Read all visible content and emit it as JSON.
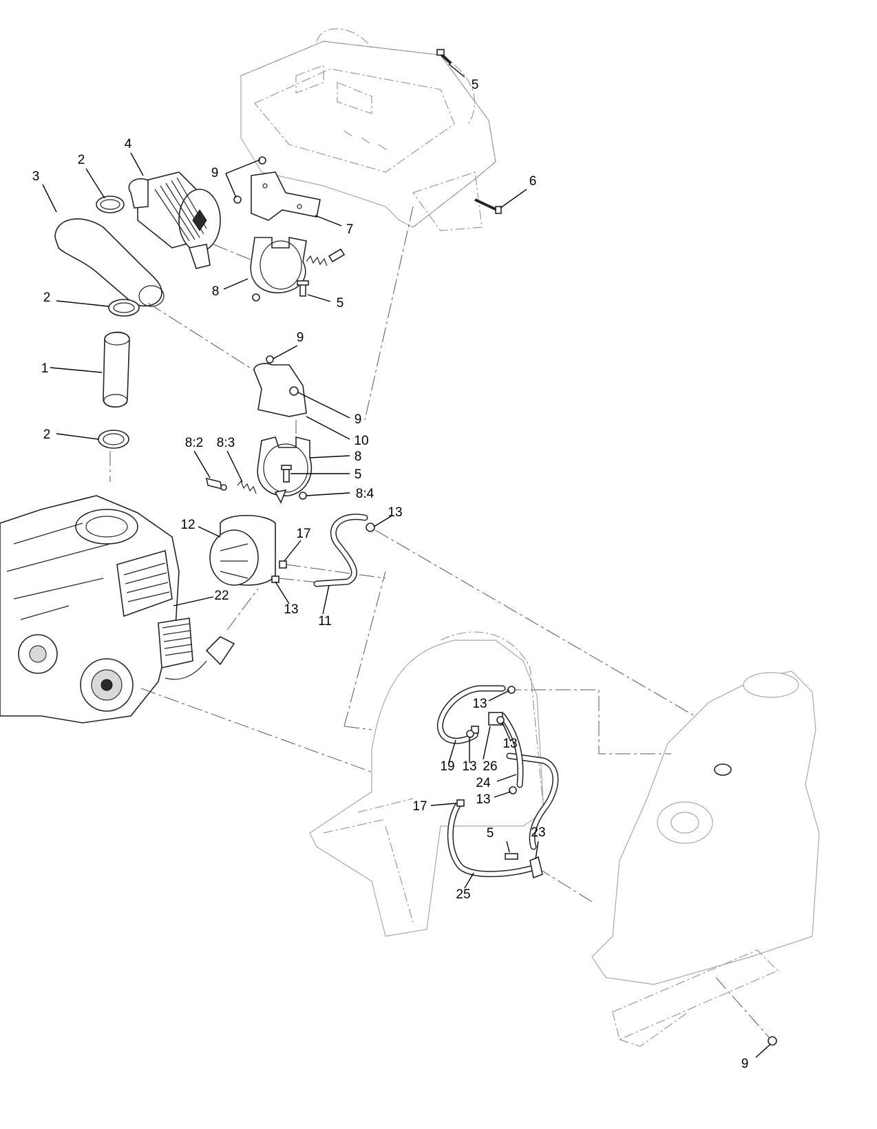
{
  "callouts": [
    {
      "id": "c1",
      "text": "1"
    },
    {
      "id": "c2a",
      "text": "2"
    },
    {
      "id": "c2b",
      "text": "2"
    },
    {
      "id": "c2c",
      "text": "2"
    },
    {
      "id": "c3",
      "text": "3"
    },
    {
      "id": "c4",
      "text": "4"
    },
    {
      "id": "c5a",
      "text": "5"
    },
    {
      "id": "c5b",
      "text": "5"
    },
    {
      "id": "c5c",
      "text": "5"
    },
    {
      "id": "c5d",
      "text": "5"
    },
    {
      "id": "c6",
      "text": "6"
    },
    {
      "id": "c7",
      "text": "7"
    },
    {
      "id": "c8a",
      "text": "8"
    },
    {
      "id": "c8b",
      "text": "8"
    },
    {
      "id": "c82",
      "text": "8:2"
    },
    {
      "id": "c83",
      "text": "8:3"
    },
    {
      "id": "c84",
      "text": "8:4"
    },
    {
      "id": "c9a",
      "text": "9"
    },
    {
      "id": "c9b",
      "text": "9"
    },
    {
      "id": "c9c",
      "text": "9"
    },
    {
      "id": "c9d",
      "text": "9"
    },
    {
      "id": "c10",
      "text": "10"
    },
    {
      "id": "c11",
      "text": "11"
    },
    {
      "id": "c12",
      "text": "12"
    },
    {
      "id": "c13a",
      "text": "13"
    },
    {
      "id": "c13b",
      "text": "13"
    },
    {
      "id": "c13c",
      "text": "13"
    },
    {
      "id": "c13d",
      "text": "13"
    },
    {
      "id": "c13e",
      "text": "13"
    },
    {
      "id": "c13f",
      "text": "13"
    },
    {
      "id": "c17a",
      "text": "17"
    },
    {
      "id": "c17b",
      "text": "17"
    },
    {
      "id": "c19",
      "text": "19"
    },
    {
      "id": "c22",
      "text": "22"
    },
    {
      "id": "c23",
      "text": "23"
    },
    {
      "id": "c24",
      "text": "24"
    },
    {
      "id": "c25",
      "text": "25"
    },
    {
      "id": "c26",
      "text": "26"
    }
  ]
}
